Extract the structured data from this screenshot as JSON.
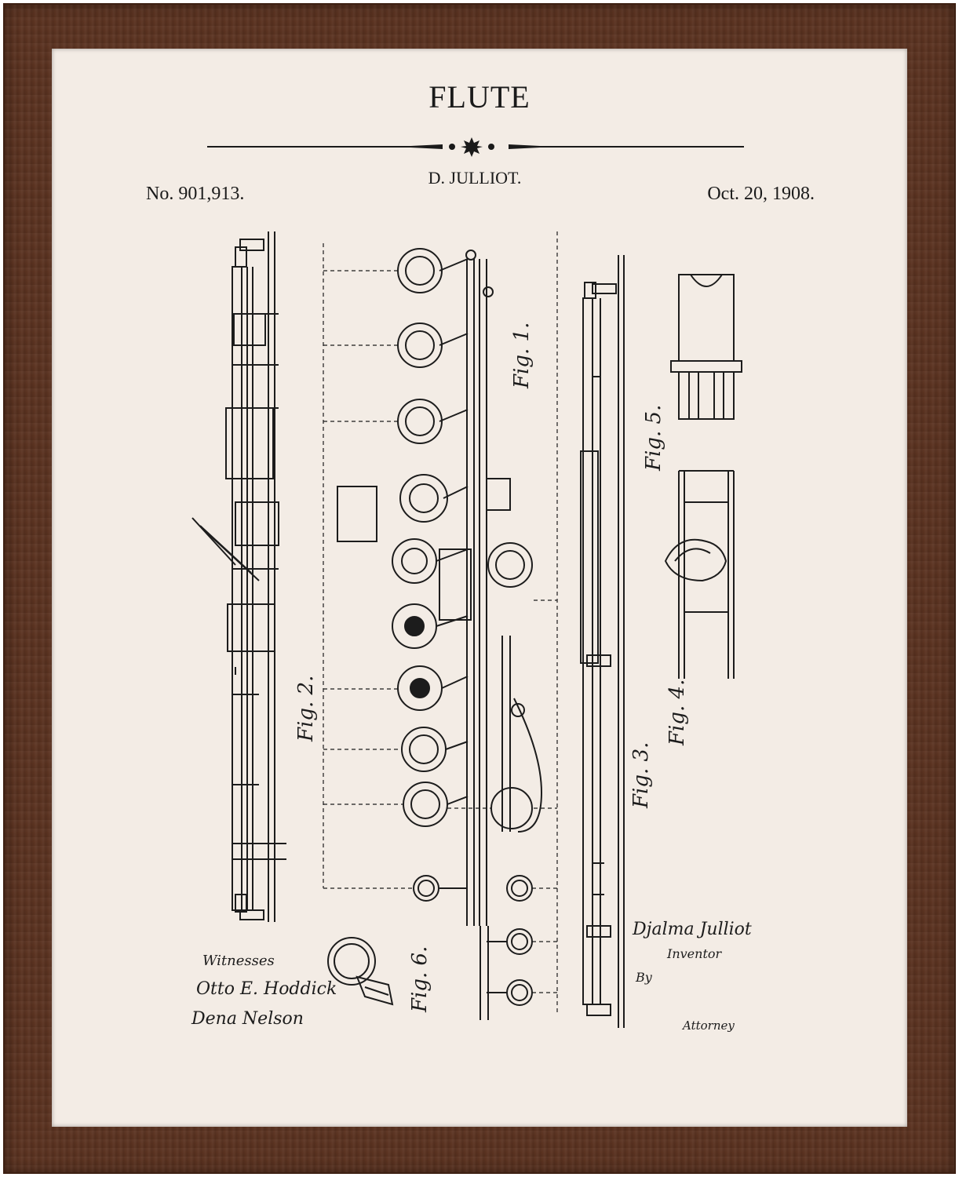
{
  "poster": {
    "title": "FLUTE",
    "inventor": "D. JULLIOT.",
    "patent_number": "No. 901,913.",
    "date": "Oct. 20, 1908."
  },
  "figures": {
    "fig1": "Fig. 1.",
    "fig2": "Fig. 2.",
    "fig3": "Fig. 3.",
    "fig4": "Fig. 4.",
    "fig5": "Fig. 5.",
    "fig6": "Fig. 6."
  },
  "signatures": {
    "witnesses_label": "Witnesses",
    "witness_1": "Otto E. Hoddick",
    "witness_2": "Dena Nelson",
    "inventor_sig": "Djalma Julliot",
    "inventor_label": "Inventor",
    "by_label": "By",
    "attorney_label": "Attorney"
  },
  "colors": {
    "frame": "#5a3220",
    "mat": "#f3ece5",
    "ink": "#1a1a1a"
  }
}
